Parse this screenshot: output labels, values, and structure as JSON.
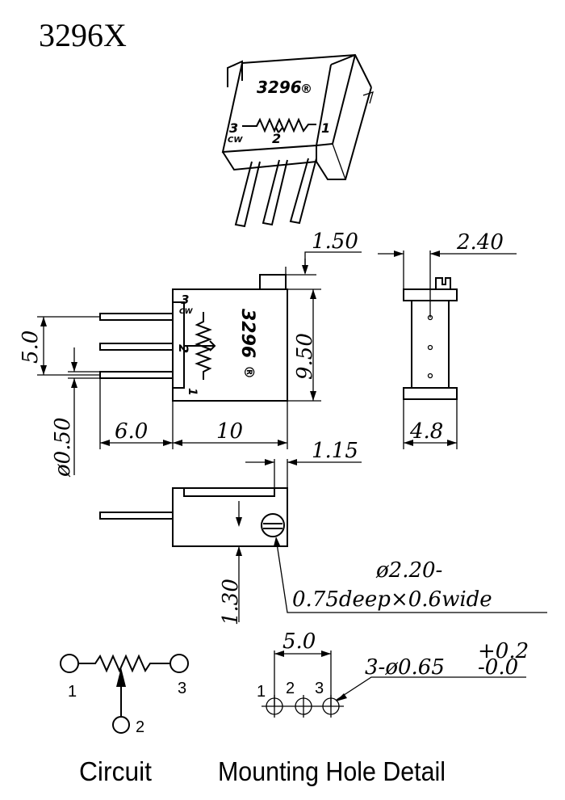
{
  "title": "3296X",
  "component": {
    "brand_mark": "3296",
    "registered_symbol": "®",
    "pins": {
      "pin1": "1",
      "pin2": "2",
      "pin3": "3",
      "cw": "CW"
    }
  },
  "front_view": {
    "dims": {
      "knob_height": "1.50",
      "pin_spacing": "5.0",
      "pin_diameter": "ø0.50",
      "pin_length": "6.0",
      "body_width": "10",
      "body_height": "9.50"
    }
  },
  "side_view": {
    "dims": {
      "top_width": "2.40",
      "body_depth": "4.8"
    }
  },
  "bottom_view": {
    "dims": {
      "screw_offset": "1.15",
      "screw_height": "1.30",
      "slot_line1": "ø2.20-",
      "slot_line2": "0.75deep×0.6wide"
    }
  },
  "circuit": {
    "caption": "Circuit",
    "node1": "1",
    "node2": "2",
    "node3": "3"
  },
  "mounting": {
    "caption": "Mounting Hole Detail",
    "spacing": "5.0",
    "hole_spec": "3-ø0.65",
    "tol_plus": "+0.2",
    "tol_minus": "-0.0",
    "labels": [
      "1",
      "2",
      "3"
    ]
  }
}
